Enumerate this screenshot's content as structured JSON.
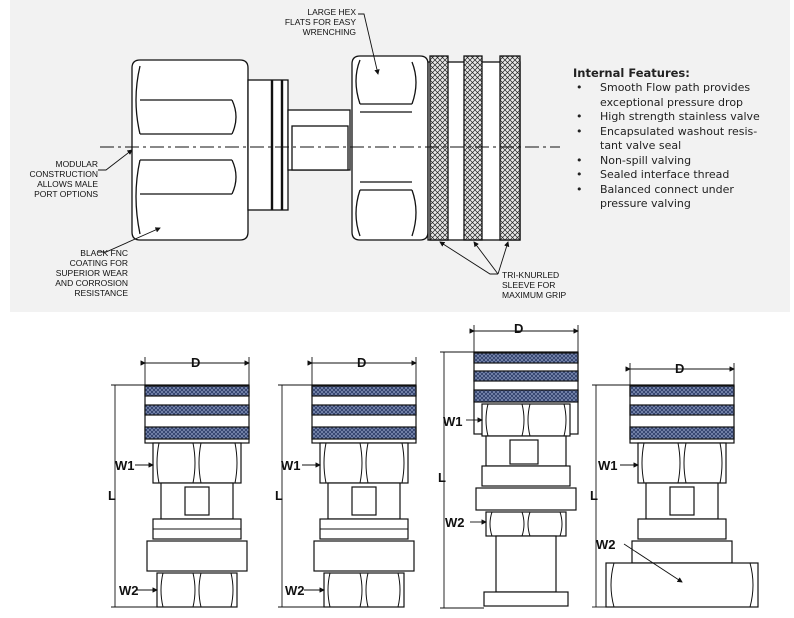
{
  "callouts": {
    "hex_flats": "LARGE HEX\nFLATS FOR EASY\nWRENCHING",
    "modular": "MODULAR\nCONSTRUCTION\nALLOWS MALE\nPORT OPTIONS",
    "coating": "BLACK FNC\nCOATING FOR\nSUPERIOR WEAR\nAND CORROSION\nRESISTANCE",
    "knurled": "TRI-KNURLED\nSLEEVE FOR\nMAXIMUM GRIP"
  },
  "features": {
    "title": "Internal Features:",
    "items": [
      "Smooth Flow path provides exceptional pressure drop",
      "High strength stainless valve",
      "Encapsulated washout resis-tant valve seal",
      "Non-spill valving",
      "Sealed interface thread",
      "Balanced connect under pressure valving"
    ]
  },
  "dimensions": {
    "d": "D",
    "w1": "W1",
    "w2": "W2",
    "l": "L"
  },
  "colors": {
    "knurl": "#3a4d7a",
    "line": "#111111",
    "panel": "#f2f2f2"
  }
}
